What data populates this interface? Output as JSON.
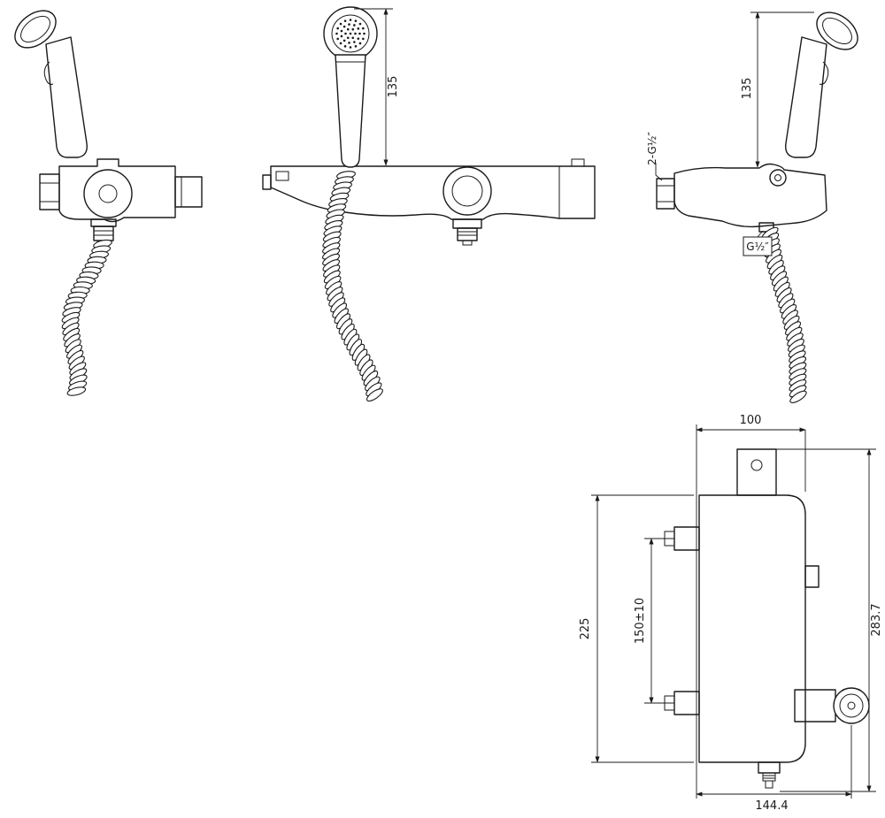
{
  "drawing": {
    "background": "#ffffff",
    "line_color": "#1a1a1a",
    "dims": {
      "front_height": "135",
      "side_height": "135",
      "inlet_thread": "2-G½″",
      "hose_thread": "G½″",
      "top_depth": "100",
      "body_height": "225",
      "port_spacing": "150±10",
      "overall_height": "283.7",
      "overall_depth": "144.4"
    }
  }
}
